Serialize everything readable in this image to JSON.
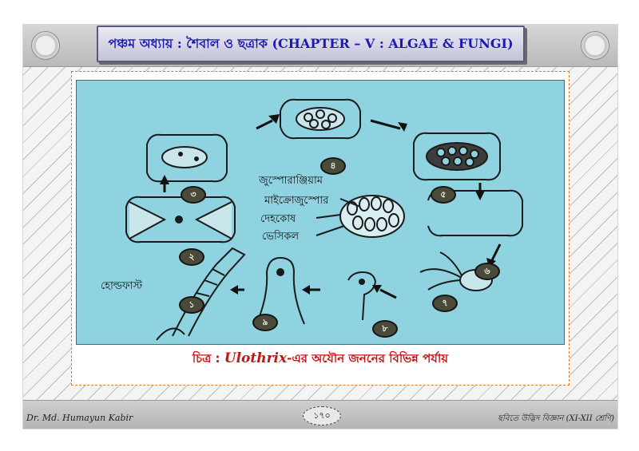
{
  "header": {
    "title": "পঞ্চম অধ্যায় : শৈবাল ও ছত্রাক (CHAPTER – V : ALGAE & FUNGI)"
  },
  "figure": {
    "labels": {
      "zoosporangium": "জুস্পোরাঞ্জিয়াম",
      "microzoospore": "মাইক্রোজুস্পোর",
      "body_cell": "দেহকোষ",
      "vesicle": "ভেসিকল",
      "holdfast": "হোল্ডফাস্ট"
    },
    "stages": [
      "১",
      "২",
      "৩",
      "৪",
      "৫",
      "৬",
      "৭",
      "৮",
      "৯"
    ]
  },
  "caption": {
    "prefix": "চিত্র : ",
    "scientific": "Ulothrix",
    "suffix": "-এর অযৌন জননের বিভিন্ন পর্যায়"
  },
  "footer": {
    "author": "Dr. Md. Humayun Kabir",
    "page": "১৭০",
    "book": "ছবিতে উদ্ভিদ বিজ্ঞান (XI-XII শ্রেণি)"
  },
  "colors": {
    "title": "#1b1bb0",
    "figure_bg": "#8ed3df",
    "caption": "#c81414",
    "frame": "#e07a2a"
  }
}
